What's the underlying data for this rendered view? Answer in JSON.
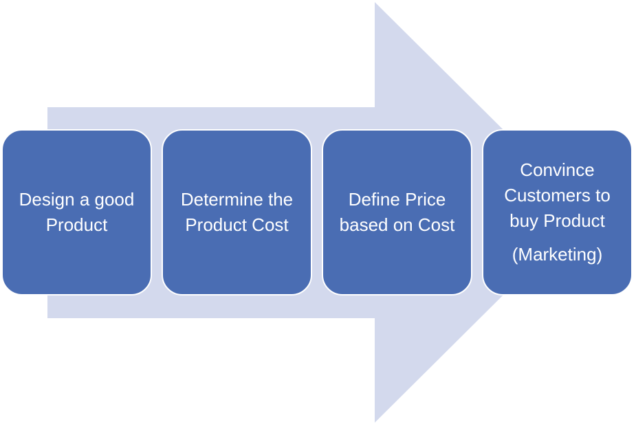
{
  "colors": {
    "arrow": "#d3d9ed",
    "box": "#4a6db3",
    "text": "#ffffff"
  },
  "steps": [
    {
      "text": "Design a good Product"
    },
    {
      "text": "Determine the Product Cost"
    },
    {
      "text": "Define Price based on Cost"
    },
    {
      "text": "Convince Customers to buy Product",
      "sub": "(Marketing)"
    }
  ]
}
